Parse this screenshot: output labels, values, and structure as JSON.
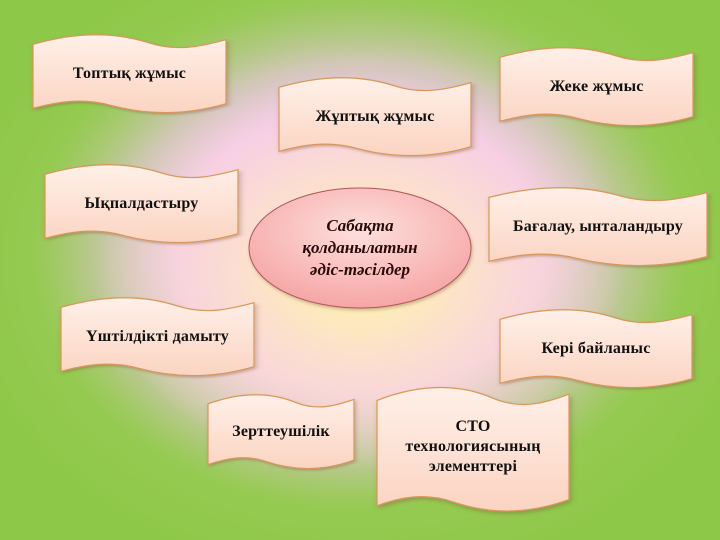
{
  "diagram": {
    "center": {
      "line1": "Сабақта",
      "line2": "қолданылатын",
      "line3": "әдіс-тәсілдер"
    },
    "items": [
      {
        "id": "toptyq",
        "label": "Топтық  жұмыс"
      },
      {
        "id": "zhuptyq",
        "label": "Жұптық  жұмыс"
      },
      {
        "id": "zheke",
        "label": "Жеке  жұмыс"
      },
      {
        "id": "yqpaldastyru",
        "label": "Ықпалдастыру"
      },
      {
        "id": "bagalau",
        "label": "Бағалау, ынталандыру"
      },
      {
        "id": "ushtildik",
        "label": "Үштілдікті дамыту"
      },
      {
        "id": "keri",
        "label": "Кері байланыс"
      },
      {
        "id": "zertteushilik",
        "label": "Зерттеушілік"
      },
      {
        "id": "cto",
        "line1": "СТО",
        "line2": "технологиясының",
        "line3": "элементтері"
      }
    ]
  },
  "colors": {
    "background_green": "#9acb57",
    "background_pink": "#f8c4fa",
    "background_yellow": "#fffaa0",
    "banner_fill": "#fde3d6",
    "banner_border": "#d9965a",
    "center_fill": "#f7a9a9",
    "center_border": "#b0565a"
  }
}
